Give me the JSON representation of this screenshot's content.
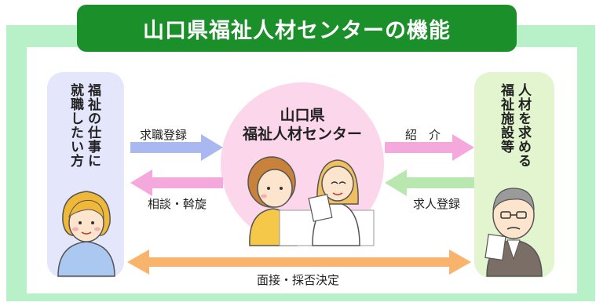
{
  "title": "山口県福祉人材センターの機能",
  "left_party": {
    "col1": "福祉の仕事に",
    "col2": "就職したい方"
  },
  "right_party": {
    "col1": "人材を求める",
    "col2": "福祉施設等"
  },
  "center": {
    "line1": "山口県",
    "line2": "福祉人材センター"
  },
  "arrows": {
    "job_seek_registration": "求職登録",
    "consult_mediation": "相談・斡旋",
    "introduction": "紹　介",
    "job_offer_registration": "求人登録",
    "interview_decision": "面接・採否決定"
  },
  "colors": {
    "title_bg": "#1a8f2a",
    "frame_bg": "#b8f0c8",
    "left_box": "#e4e6fb",
    "right_box": "#e2f5ce",
    "center_circle": "#fcd7ec",
    "arrow_blue": "#aab8f2",
    "arrow_pink": "#f4a8dc",
    "arrow_green": "#b8e8b0",
    "arrow_orange": "#f8b46c"
  }
}
